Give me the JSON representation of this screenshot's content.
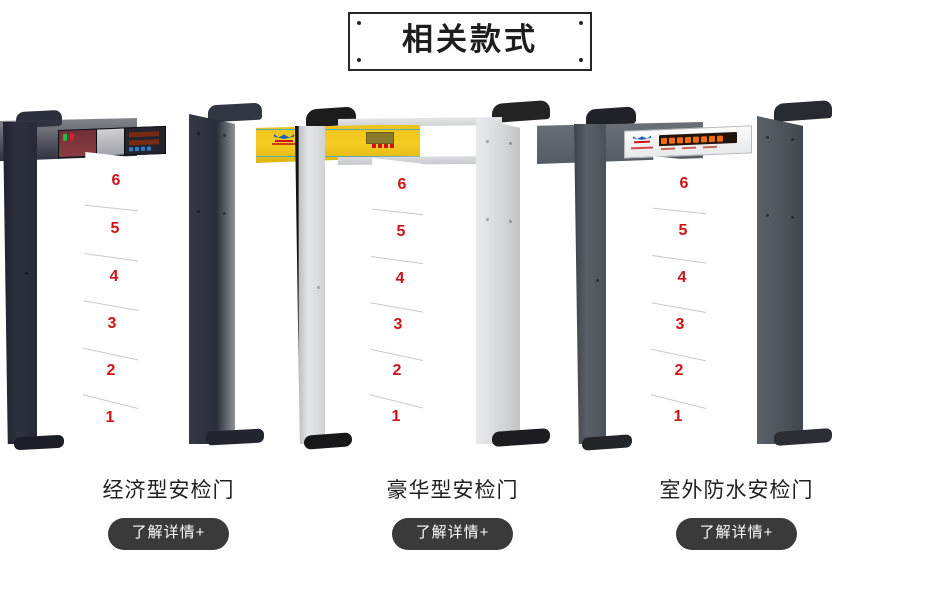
{
  "page": {
    "background": "#ffffff",
    "accent_red": "#cc1417",
    "title_color": "#1d1d1d",
    "cta_background": "#3a3a3a"
  },
  "header": {
    "title": "相关款式",
    "corner_dots": 4
  },
  "zones": {
    "labels": [
      "6",
      "5",
      "4",
      "3",
      "2",
      "1"
    ],
    "color": "#cc1417",
    "count": 6
  },
  "products": [
    {
      "id": "economy",
      "caption": "经济型安检门",
      "cta_label": "了解详情+",
      "frame_color": "#2b2d3a",
      "header_panel_color": "#1a1c24",
      "style": "dark-charcoal"
    },
    {
      "id": "deluxe",
      "caption": "豪华型安检门",
      "cta_label": "了解详情+",
      "frame_color": "#d3d5d6",
      "header_panel_color": "#f0c41a",
      "style": "light-gray-yellow"
    },
    {
      "id": "outdoor-waterproof",
      "caption": "室外防水安检门",
      "cta_label": "了解详情+",
      "frame_color": "#555b63",
      "header_panel_color": "#f4f5f6",
      "style": "slate-gray"
    }
  ]
}
